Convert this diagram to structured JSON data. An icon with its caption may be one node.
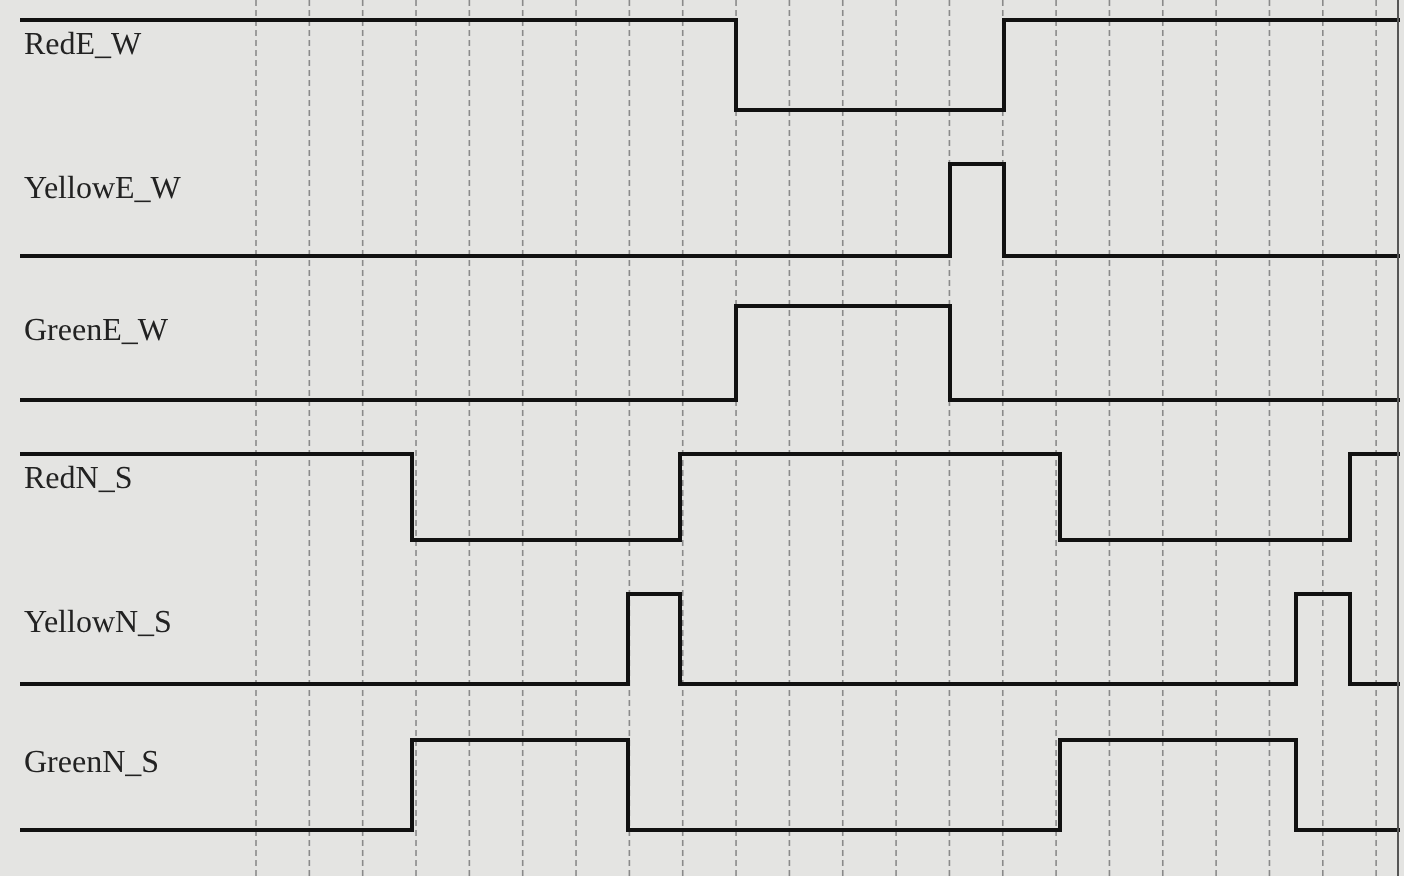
{
  "diagram": {
    "labels": [
      "RedE_W",
      "YellowE_W",
      "GreenE_W",
      "RedN_S",
      "YellowN_S",
      "GreenN_S"
    ]
  }
}
